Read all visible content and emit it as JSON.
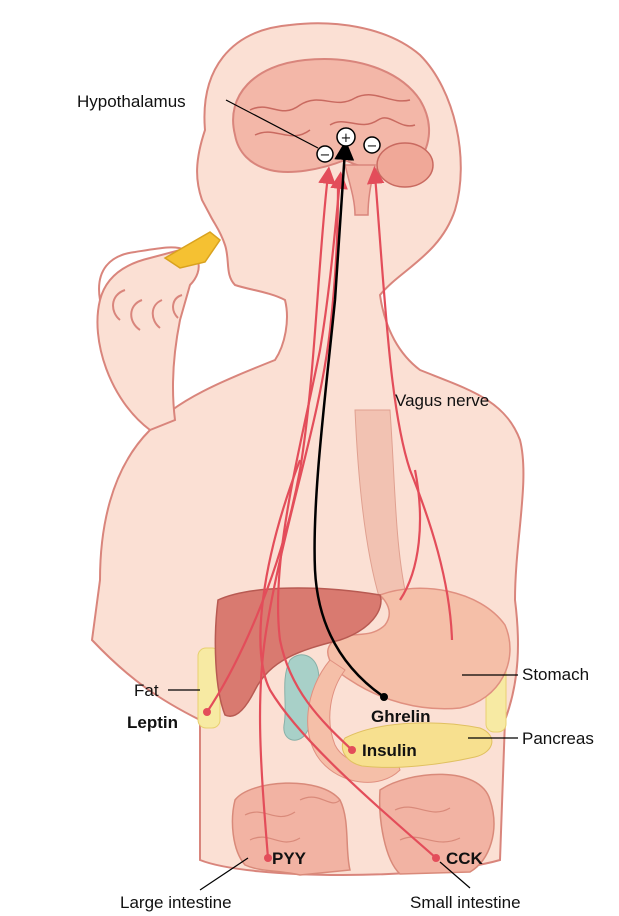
{
  "labels": {
    "hypothalamus": "Hypothalamus",
    "vagus_nerve": "Vagus nerve",
    "stomach": "Stomach",
    "fat": "Fat",
    "leptin": "Leptin",
    "ghrelin": "Ghrelin",
    "pancreas": "Pancreas",
    "insulin": "Insulin",
    "pyy": "PYY",
    "cck": "CCK",
    "large_intestine": "Large intestine",
    "small_intestine": "Small intestine"
  },
  "symbols": {
    "inhibit_left": "−",
    "stimulate": "+",
    "inhibit_right": "−"
  },
  "colors": {
    "skin": "#fbe0d4",
    "skin_outline": "#d9857c",
    "brain": "#f3b7a8",
    "liver": "#d97a70",
    "stomach": "#f5bfa8",
    "fat": "#f7eaa3",
    "pancreas": "#f7e08f",
    "intestine": "#f2b3a3",
    "nerve": "#e34d5a",
    "ghrelin_pathway": "#000000",
    "chip": "#f5c132"
  }
}
